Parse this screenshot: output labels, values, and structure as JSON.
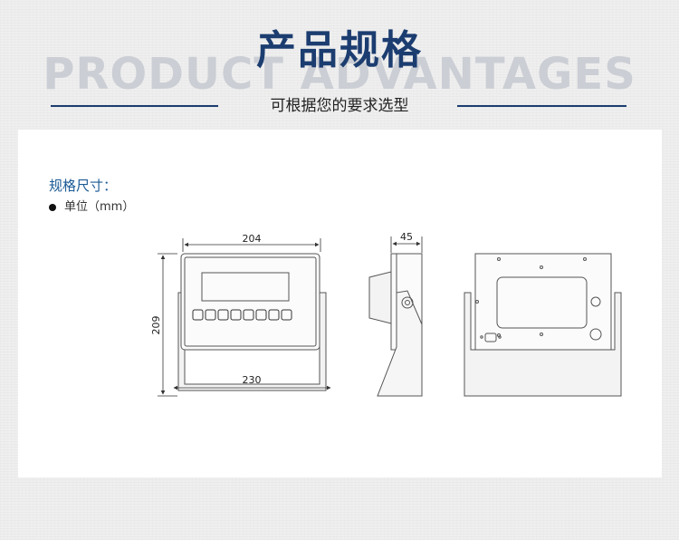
{
  "header": {
    "title": "产品规格",
    "watermark": "PRODUCT ADVANTAGES",
    "subtitle": "可根据您的要求选型",
    "accent_color": "#1c3d70"
  },
  "spec": {
    "heading": "规格尺寸：",
    "unit_label": "单位（mm）"
  },
  "dimensions": {
    "front_display_width": "204",
    "front_height": "209",
    "front_bracket_width": "230",
    "side_depth": "45"
  }
}
